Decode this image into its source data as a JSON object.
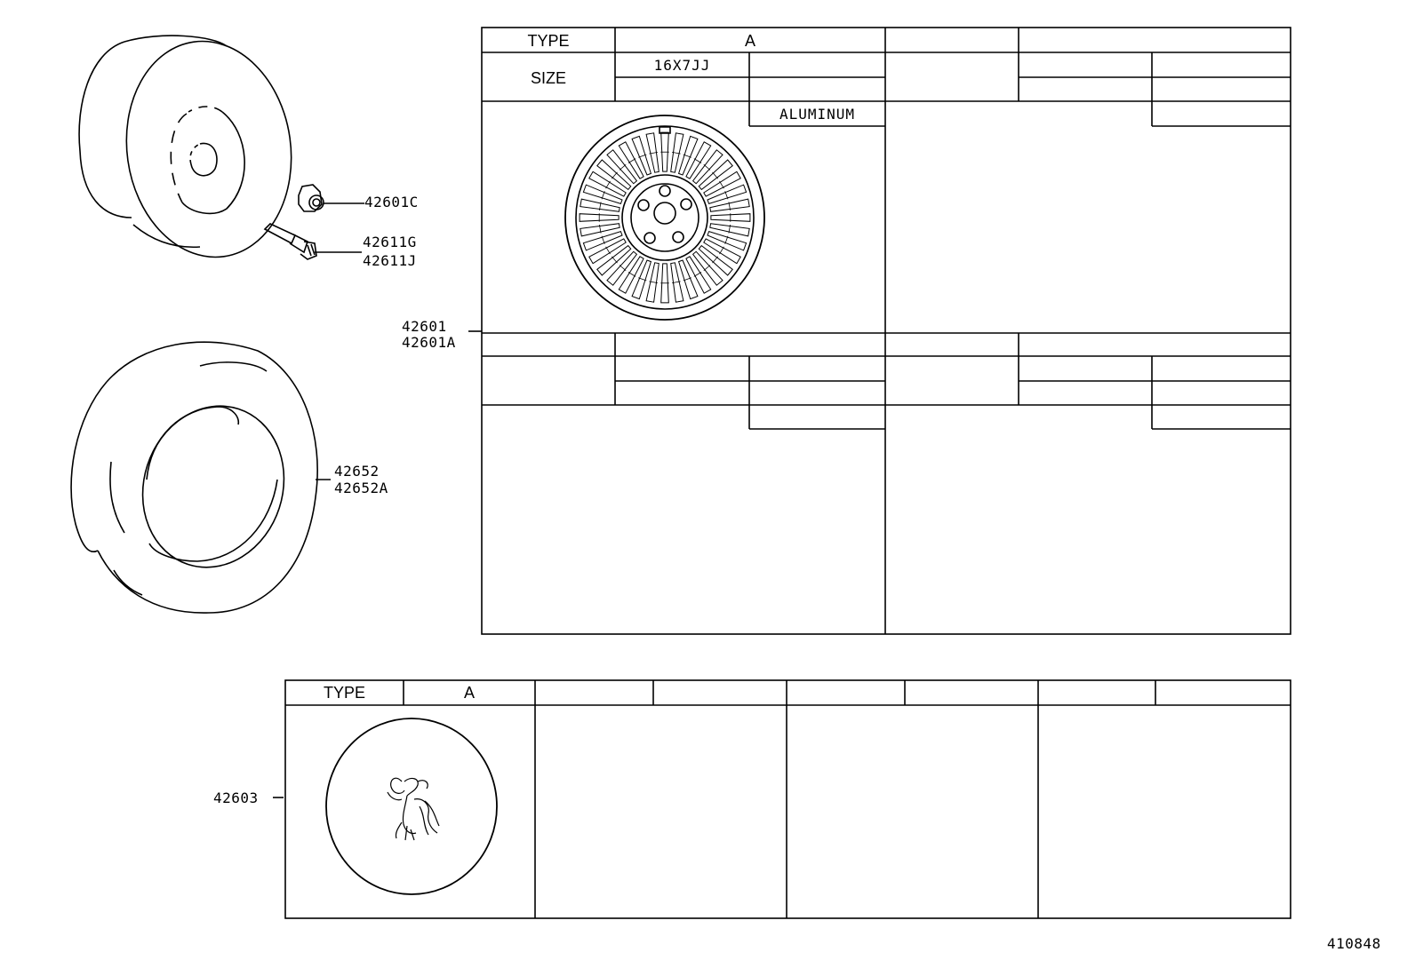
{
  "part_labels": {
    "nut": "42601C",
    "valve_1": "42611G",
    "valve_2": "42611J",
    "wheel_1": "42601",
    "wheel_2": "42601A",
    "tire_1": "42652",
    "tire_2": "42652A",
    "ornament": "42603"
  },
  "wheel_table": {
    "type_header": "TYPE",
    "type_value": "A",
    "size_header": "SIZE",
    "size_value": "16X7JJ",
    "material": "ALUMINUM"
  },
  "ornament_table": {
    "type_header": "TYPE",
    "type_value": "A"
  },
  "illustration_number": "410848",
  "icons": {
    "wheel": "aluminum-wheel-icon",
    "tire": "tire-icon",
    "spare": "spare-tire-icon",
    "nut": "hub-nut-icon",
    "valve": "valve-stem-icon",
    "ornament": "phoenix-emblem-icon"
  }
}
